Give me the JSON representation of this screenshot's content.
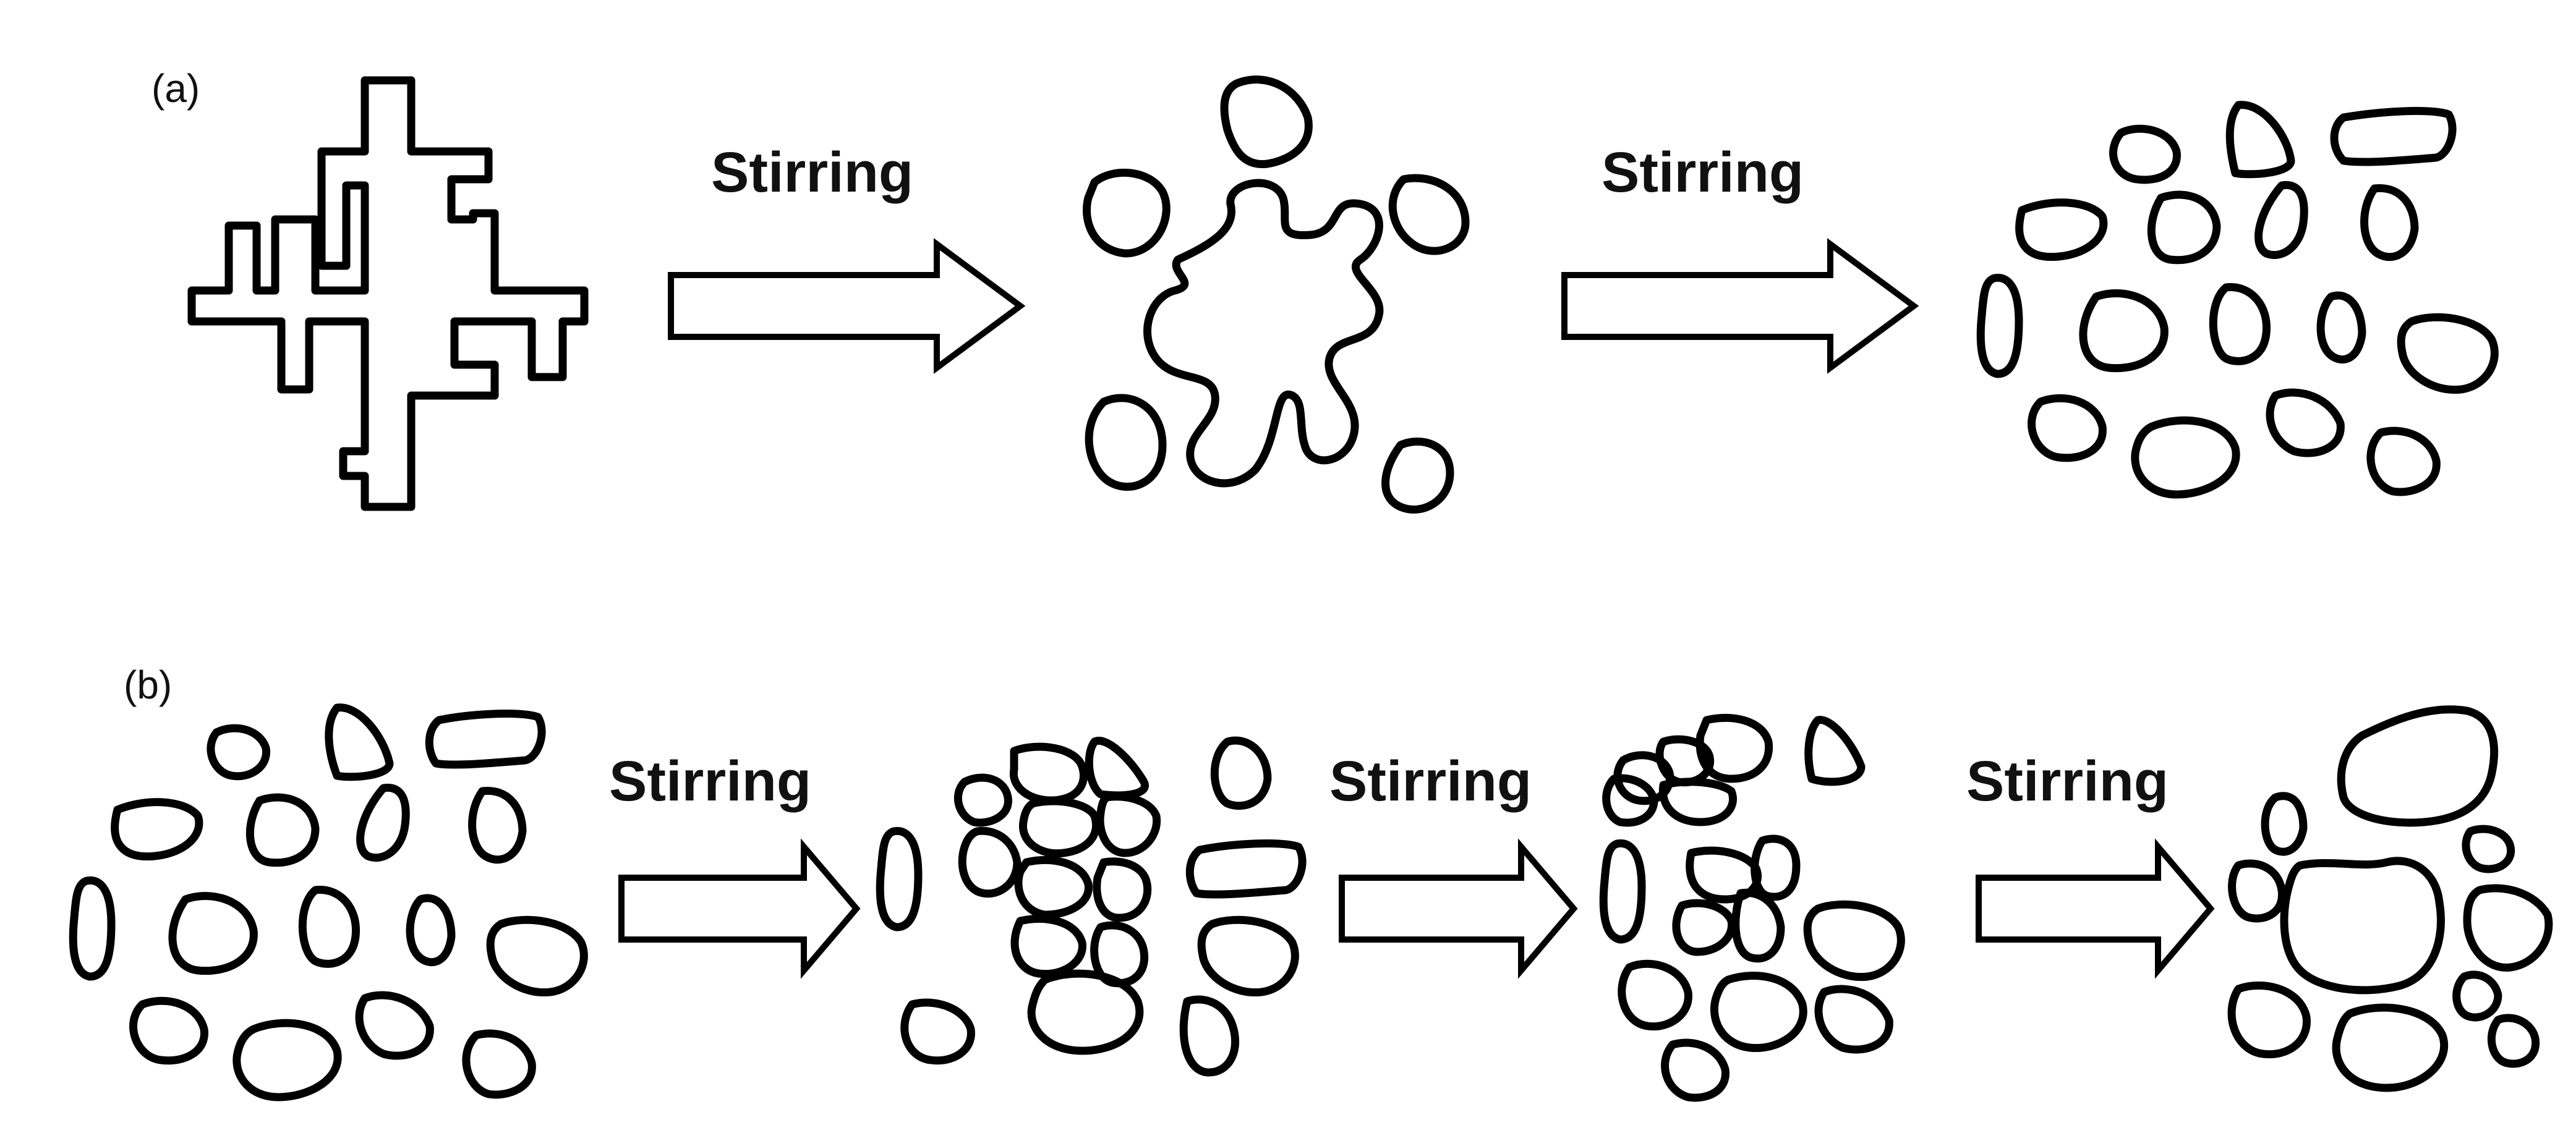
{
  "panels": [
    {
      "label": "(a)",
      "step_labels": [
        "Stirring",
        "Stirring"
      ]
    },
    {
      "label": "(b)",
      "step_labels": [
        "Stirring",
        "Stirring",
        "Stirring"
      ]
    }
  ],
  "colors": {
    "stroke": "#000000",
    "background": "#ffffff"
  },
  "stages": {
    "a": [
      "dendrite",
      "fragmented-dendrite",
      "equiaxed-grains"
    ],
    "b": [
      "equiaxed-grains",
      "agglomerates",
      "agglomerates",
      "coarsened-grains"
    ]
  }
}
